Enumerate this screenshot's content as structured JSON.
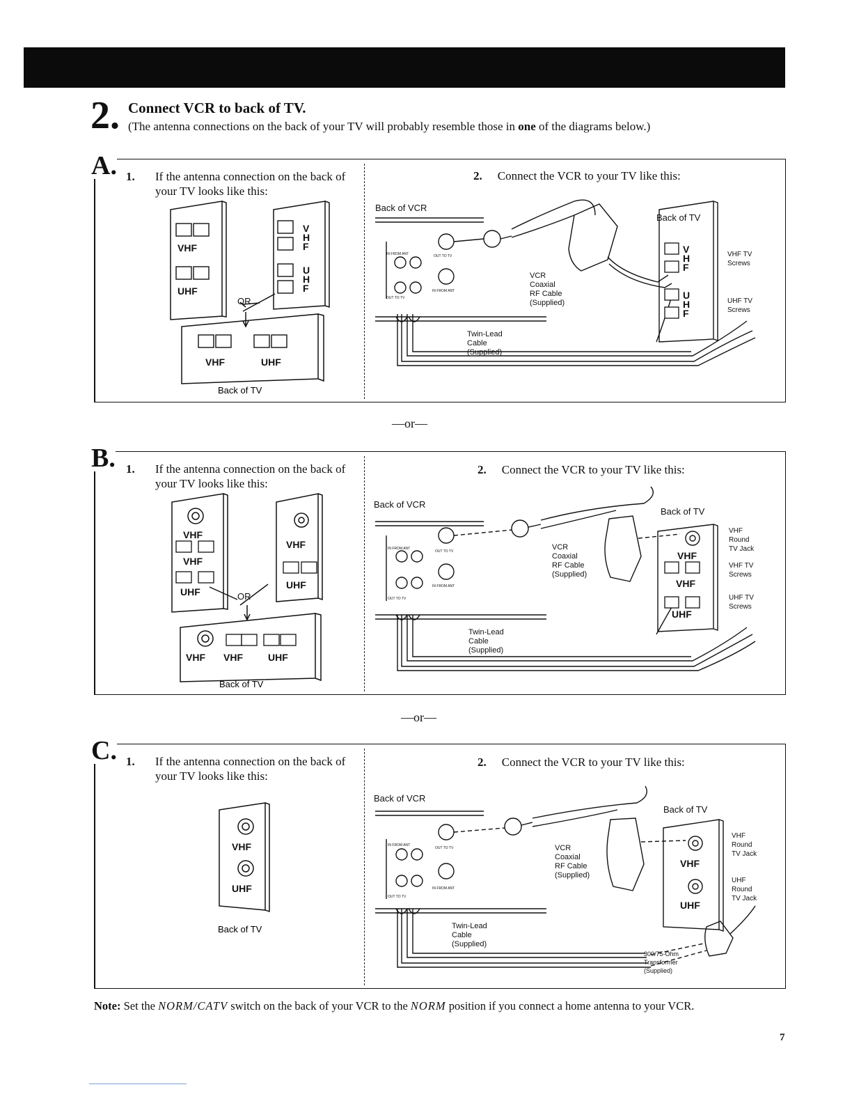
{
  "header": {
    "step_number": "2.",
    "title": "Connect VCR to back of TV.",
    "subtitle_pre": "(The antenna connections on the back of your TV will probably resemble those in ",
    "subtitle_bold": "one",
    "subtitle_post": " of the diagrams below.)"
  },
  "common": {
    "step1_num": "1.",
    "step1_text": "If the antenna connection on the back of your TV looks like this:",
    "step2_num": "2.",
    "step2_text": "Connect the VCR to your TV like this:",
    "back_of_vcr": "Back of VCR",
    "back_of_tv": "Back of TV",
    "or_small": "OR",
    "in_from_ant": "IN FROM ANT",
    "out_to_tv": "OUT TO TV",
    "in_from_ant_2": "IN FROM ANT",
    "out_to_tv_2": "OUT TO TV",
    "vhf": "VHF",
    "uhf": "UHF",
    "v": "V",
    "h": "H",
    "f": "F",
    "u": "U",
    "coax_1": "VCR",
    "coax_2": "Coaxial",
    "coax_3": "RF Cable",
    "coax_4": "(Supplied)",
    "twin_1": "Twin-Lead",
    "twin_2": "Cable",
    "twin_3": "(Supplied)",
    "vhf_screws_1": "VHF TV",
    "vhf_screws_2": "Screws",
    "uhf_screws_1": "UHF TV",
    "uhf_screws_2": "Screws",
    "vhf_round_1": "VHF",
    "vhf_round_2": "Round",
    "vhf_round_3": "TV Jack",
    "uhf_round_1": "UHF",
    "uhf_round_2": "Round",
    "uhf_round_3": "TV Jack",
    "xf_1": "300/75-Ohm",
    "xf_2": "Transformer",
    "xf_3": "(Supplied)"
  },
  "sections": {
    "a": {
      "letter": "A."
    },
    "b": {
      "letter": "B."
    },
    "c": {
      "letter": "C."
    }
  },
  "or_divider": "—or—",
  "note": {
    "label": "Note:",
    "pre": " Set the ",
    "switch": "NORM/CATV",
    "mid": " switch on the back of your VCR to the ",
    "pos": "NORM",
    "post": " position if you connect a home antenna to your VCR."
  },
  "page_number": "7"
}
